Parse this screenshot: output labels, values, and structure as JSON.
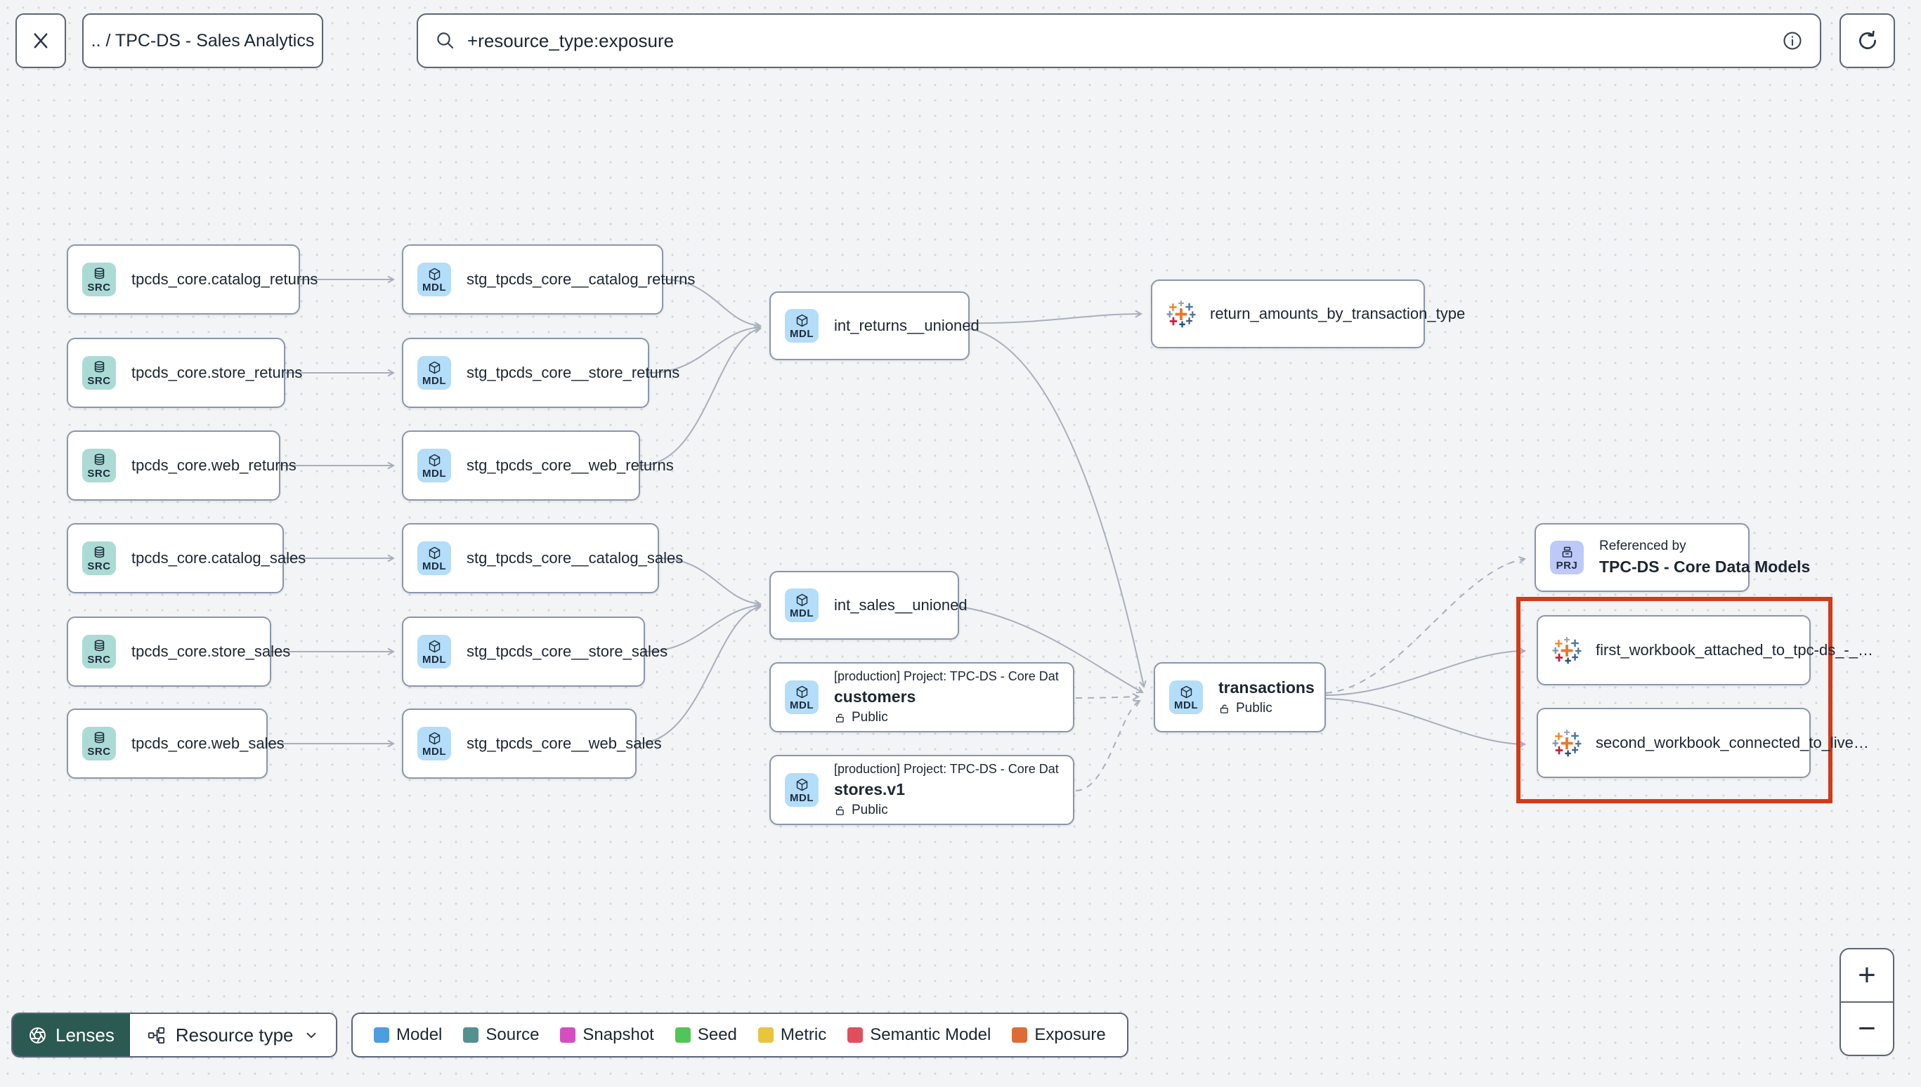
{
  "topbar": {
    "breadcrumb": ".. / TPC-DS - Sales Analytics",
    "search": {
      "value": "+resource_type:exposure"
    }
  },
  "badges": {
    "source": "SRC",
    "model": "MDL",
    "project": "PRJ"
  },
  "graph": {
    "sources": [
      {
        "label": "tpcds_core.catalog_returns"
      },
      {
        "label": "tpcds_core.store_returns"
      },
      {
        "label": "tpcds_core.web_returns"
      },
      {
        "label": "tpcds_core.catalog_sales"
      },
      {
        "label": "tpcds_core.store_sales"
      },
      {
        "label": "tpcds_core.web_sales"
      }
    ],
    "staging": [
      {
        "label": "stg_tpcds_core__catalog_returns"
      },
      {
        "label": "stg_tpcds_core__store_returns"
      },
      {
        "label": "stg_tpcds_core__web_returns"
      },
      {
        "label": "stg_tpcds_core__catalog_sales"
      },
      {
        "label": "stg_tpcds_core__store_sales"
      },
      {
        "label": "stg_tpcds_core__web_sales"
      }
    ],
    "int_returns": {
      "label": "int_returns__unioned"
    },
    "int_sales": {
      "label": "int_sales__unioned"
    },
    "customers": {
      "header": "[production] Project: TPC-DS - Core Data Mo…",
      "label": "customers",
      "access": "Public"
    },
    "stores": {
      "header": "[production] Project: TPC-DS - Core Data Mo…",
      "label": "stores.v1",
      "access": "Public"
    },
    "transactions": {
      "label": "transactions",
      "access": "Public"
    },
    "exposure_returns": {
      "label": "return_amounts_by_transaction_type"
    },
    "project_ref": {
      "kicker": "Referenced by",
      "label": "TPC-DS - Core Data Models"
    },
    "workbook_first": {
      "label": "first_workbook_attached_to_tpc-ds_-_…"
    },
    "workbook_second": {
      "label": "second_workbook_connected_to_live…"
    }
  },
  "footer": {
    "lenses_label": "Lenses",
    "resource_type_label": "Resource type",
    "legend": [
      {
        "label": "Model",
        "color": "#4d9ddf"
      },
      {
        "label": "Source",
        "color": "#549191"
      },
      {
        "label": "Snapshot",
        "color": "#d44ec1"
      },
      {
        "label": "Seed",
        "color": "#52c558"
      },
      {
        "label": "Metric",
        "color": "#e7c53f"
      },
      {
        "label": "Semantic Model",
        "color": "#e14e5d"
      },
      {
        "label": "Exposure",
        "color": "#de6b36"
      }
    ]
  },
  "zoom_controls": {
    "zoom_in": "+",
    "zoom_out": "−"
  },
  "colors": {
    "highlight": "#d23a18",
    "lenses_bg": "#2a5a51",
    "badge_source_bg": "#abdbd4",
    "badge_model_bg": "#b3ddf8",
    "badge_project_bg": "#bfc9f8",
    "edge": "#a8afbc"
  }
}
